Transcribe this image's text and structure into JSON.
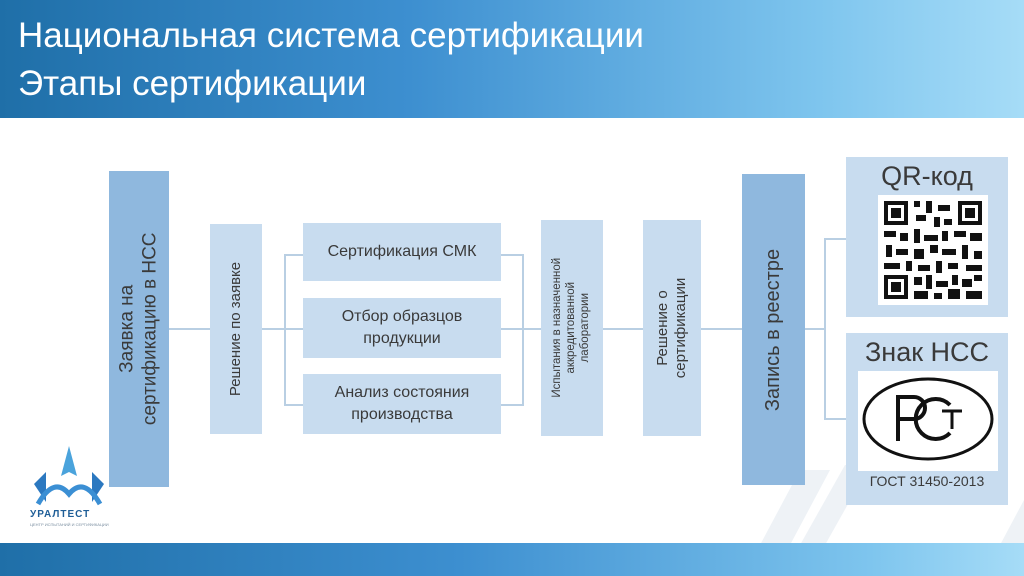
{
  "header": {
    "line1": "Национальная система сертификации",
    "line2": "Этапы сертификации"
  },
  "steps": {
    "application": "Заявка на\nсертификацию в НСС",
    "decision_on_application": "Решение по заявке",
    "qms_certification": "Сертификация СМК",
    "sampling": "Отбор образцов\nпродукции",
    "production_analysis": "Анализ состояния\nпроизводства",
    "lab_testing": "Испытания в назначенной\nаккредитованной\nлаборатории",
    "certification_decision": "Решение о\nсертификации",
    "registry_entry": "Запись в реестре"
  },
  "qr_panel": {
    "title": "QR-код"
  },
  "mark_panel": {
    "title": "Знак НСС",
    "standard": "ГОСТ 31450-2013",
    "sign_letters": "РСТ"
  },
  "logo": {
    "name": "УРАЛТЕСТ",
    "subtitle": "ЦЕНТР ИСПЫТАНИЙ И СЕРТИФИКАЦИИ"
  },
  "colors": {
    "header_start": "#1f6fa8",
    "header_end": "#a6dcf7",
    "box_light": "#c8dcef",
    "box_dark": "#8fb8de",
    "text": "#3a3a3a"
  }
}
